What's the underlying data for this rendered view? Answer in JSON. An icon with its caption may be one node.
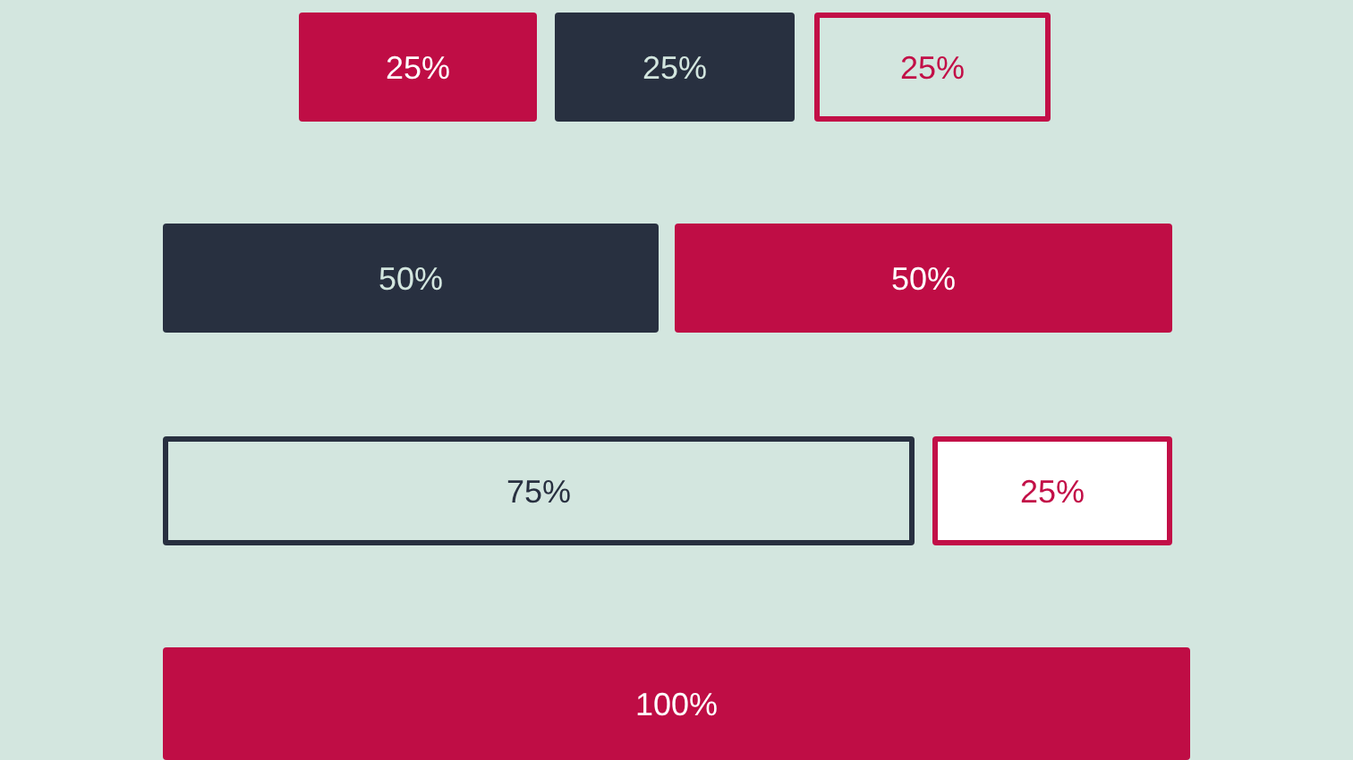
{
  "diagram": {
    "nodes": [
      {
        "text": [
          "25%"
        ]
      },
      {
        "text": [
          "25%"
        ]
      },
      {
        "text": [
          "25%"
        ]
      },
      {
        "text": [
          "50%"
        ]
      },
      {
        "text": [
          "50%"
        ]
      },
      {
        "text": [
          "75%"
        ]
      },
      {
        "text": [
          "25%"
        ]
      },
      {
        "text": [
          "100%"
        ]
      }
    ]
  }
}
